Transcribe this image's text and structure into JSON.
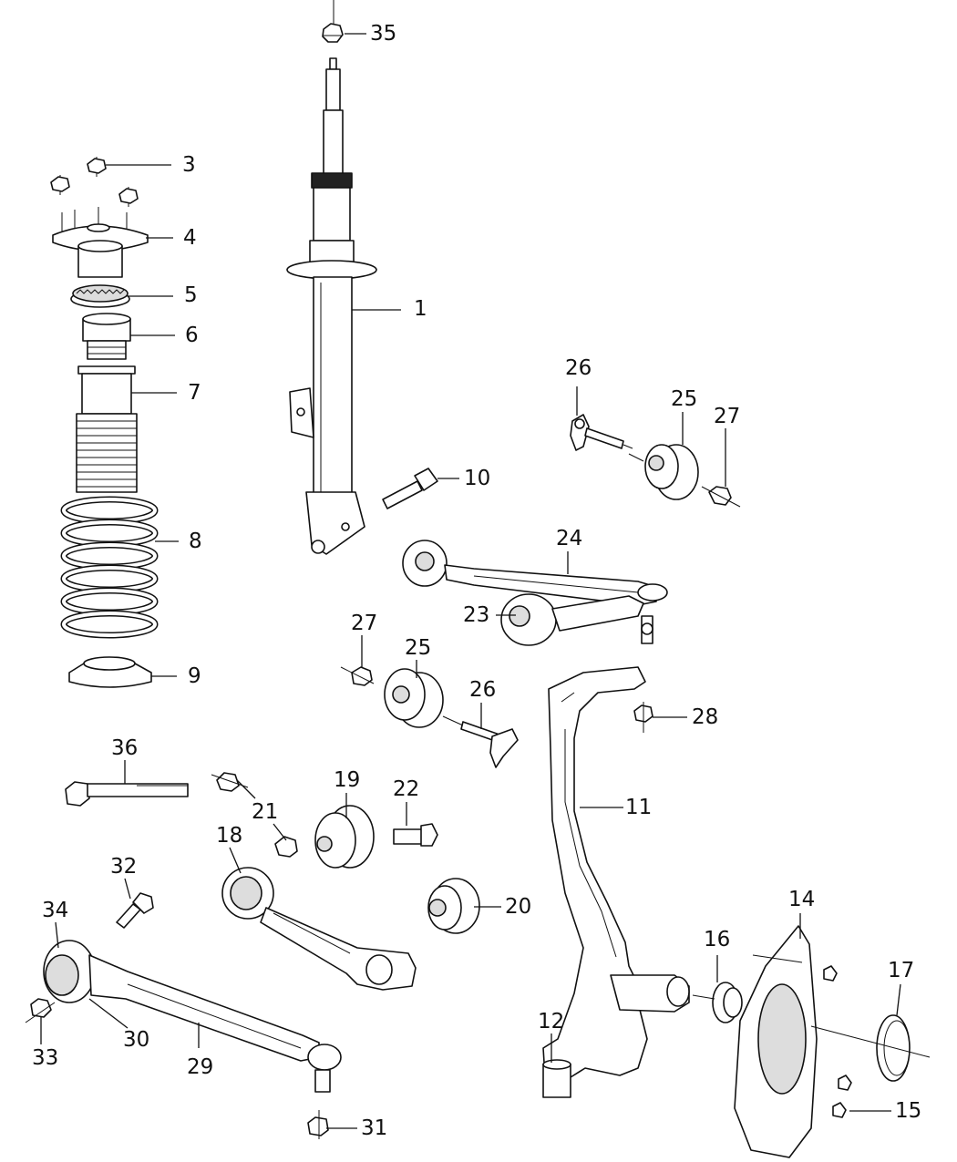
{
  "callouts": {
    "c1": "1",
    "c3": "3",
    "c4": "4",
    "c5": "5",
    "c6": "6",
    "c7": "7",
    "c8": "8",
    "c9": "9",
    "c10": "10",
    "c11": "11",
    "c12": "12",
    "c14": "14",
    "c15": "15",
    "c16": "16",
    "c17": "17",
    "c18": "18",
    "c19": "19",
    "c20": "20",
    "c21": "21",
    "c22": "22",
    "c23": "23",
    "c24": "24",
    "c25a": "25",
    "c25b": "25",
    "c26a": "26",
    "c26b": "26",
    "c27a": "27",
    "c27b": "27",
    "c28": "28",
    "c29": "29",
    "c30": "30",
    "c31": "31",
    "c32": "32",
    "c33": "33",
    "c34": "34",
    "c35": "35",
    "c36": "36"
  }
}
